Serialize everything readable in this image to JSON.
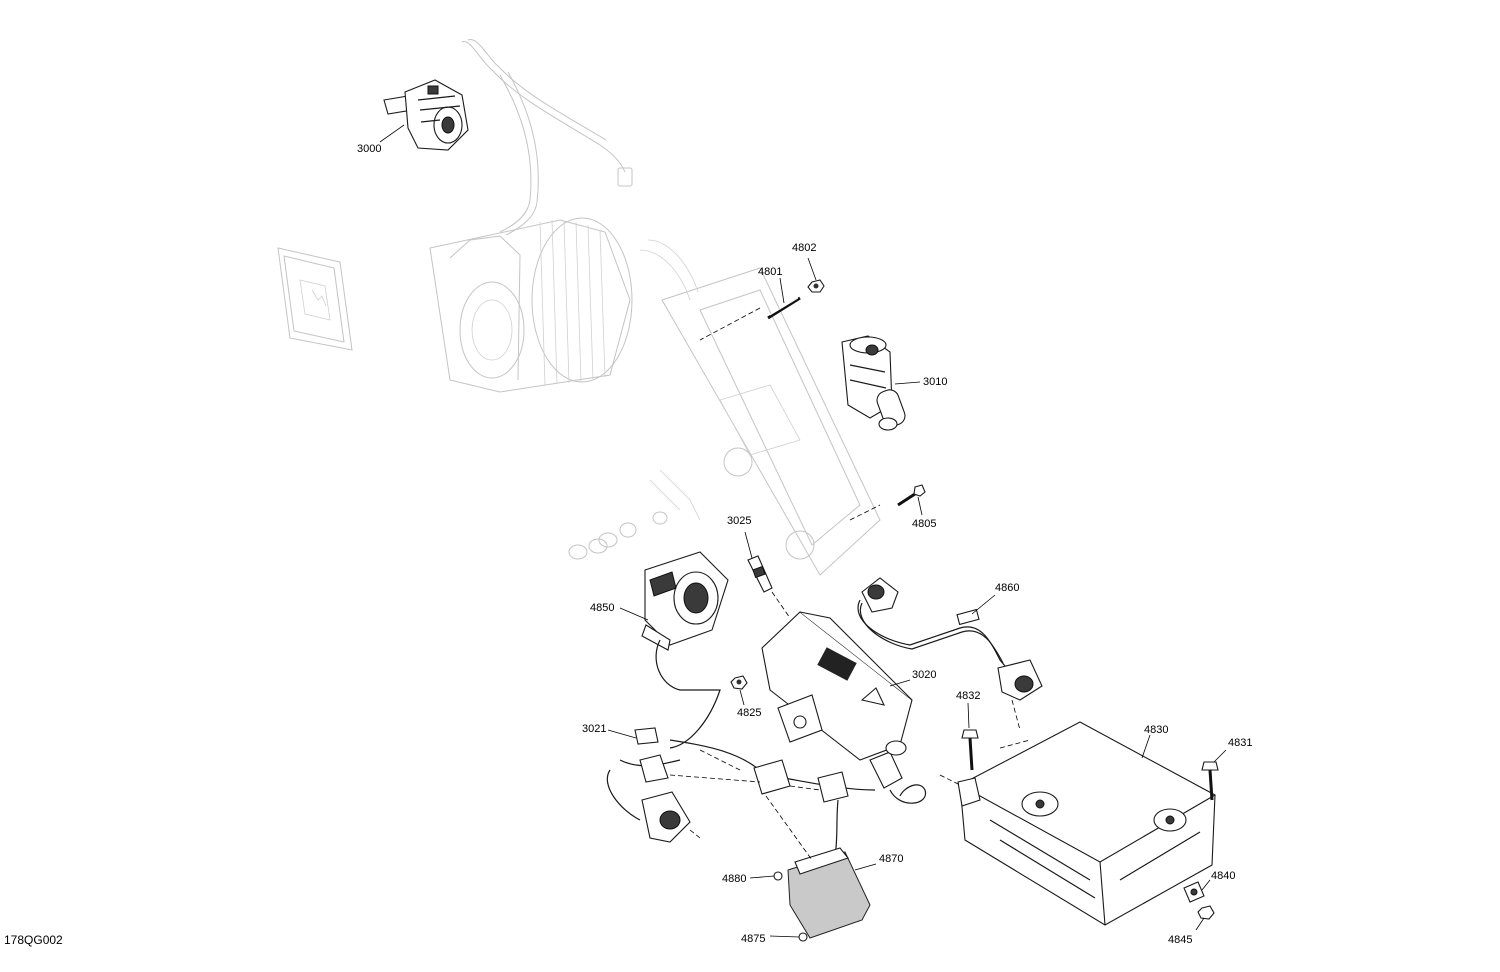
{
  "figure_code": "178QG002",
  "callouts": [
    {
      "id": "3000",
      "label": "3000"
    },
    {
      "id": "4802",
      "label": "4802"
    },
    {
      "id": "4801",
      "label": "4801"
    },
    {
      "id": "3010",
      "label": "3010"
    },
    {
      "id": "4805",
      "label": "4805"
    },
    {
      "id": "3025",
      "label": "3025"
    },
    {
      "id": "4860",
      "label": "4860"
    },
    {
      "id": "4850",
      "label": "4850"
    },
    {
      "id": "3020",
      "label": "3020"
    },
    {
      "id": "4832",
      "label": "4832"
    },
    {
      "id": "4825",
      "label": "4825"
    },
    {
      "id": "4830",
      "label": "4830"
    },
    {
      "id": "4831",
      "label": "4831"
    },
    {
      "id": "3021",
      "label": "3021"
    },
    {
      "id": "4870",
      "label": "4870"
    },
    {
      "id": "4880",
      "label": "4880"
    },
    {
      "id": "4840",
      "label": "4840"
    },
    {
      "id": "4875",
      "label": "4875"
    },
    {
      "id": "4845",
      "label": "4845"
    }
  ]
}
